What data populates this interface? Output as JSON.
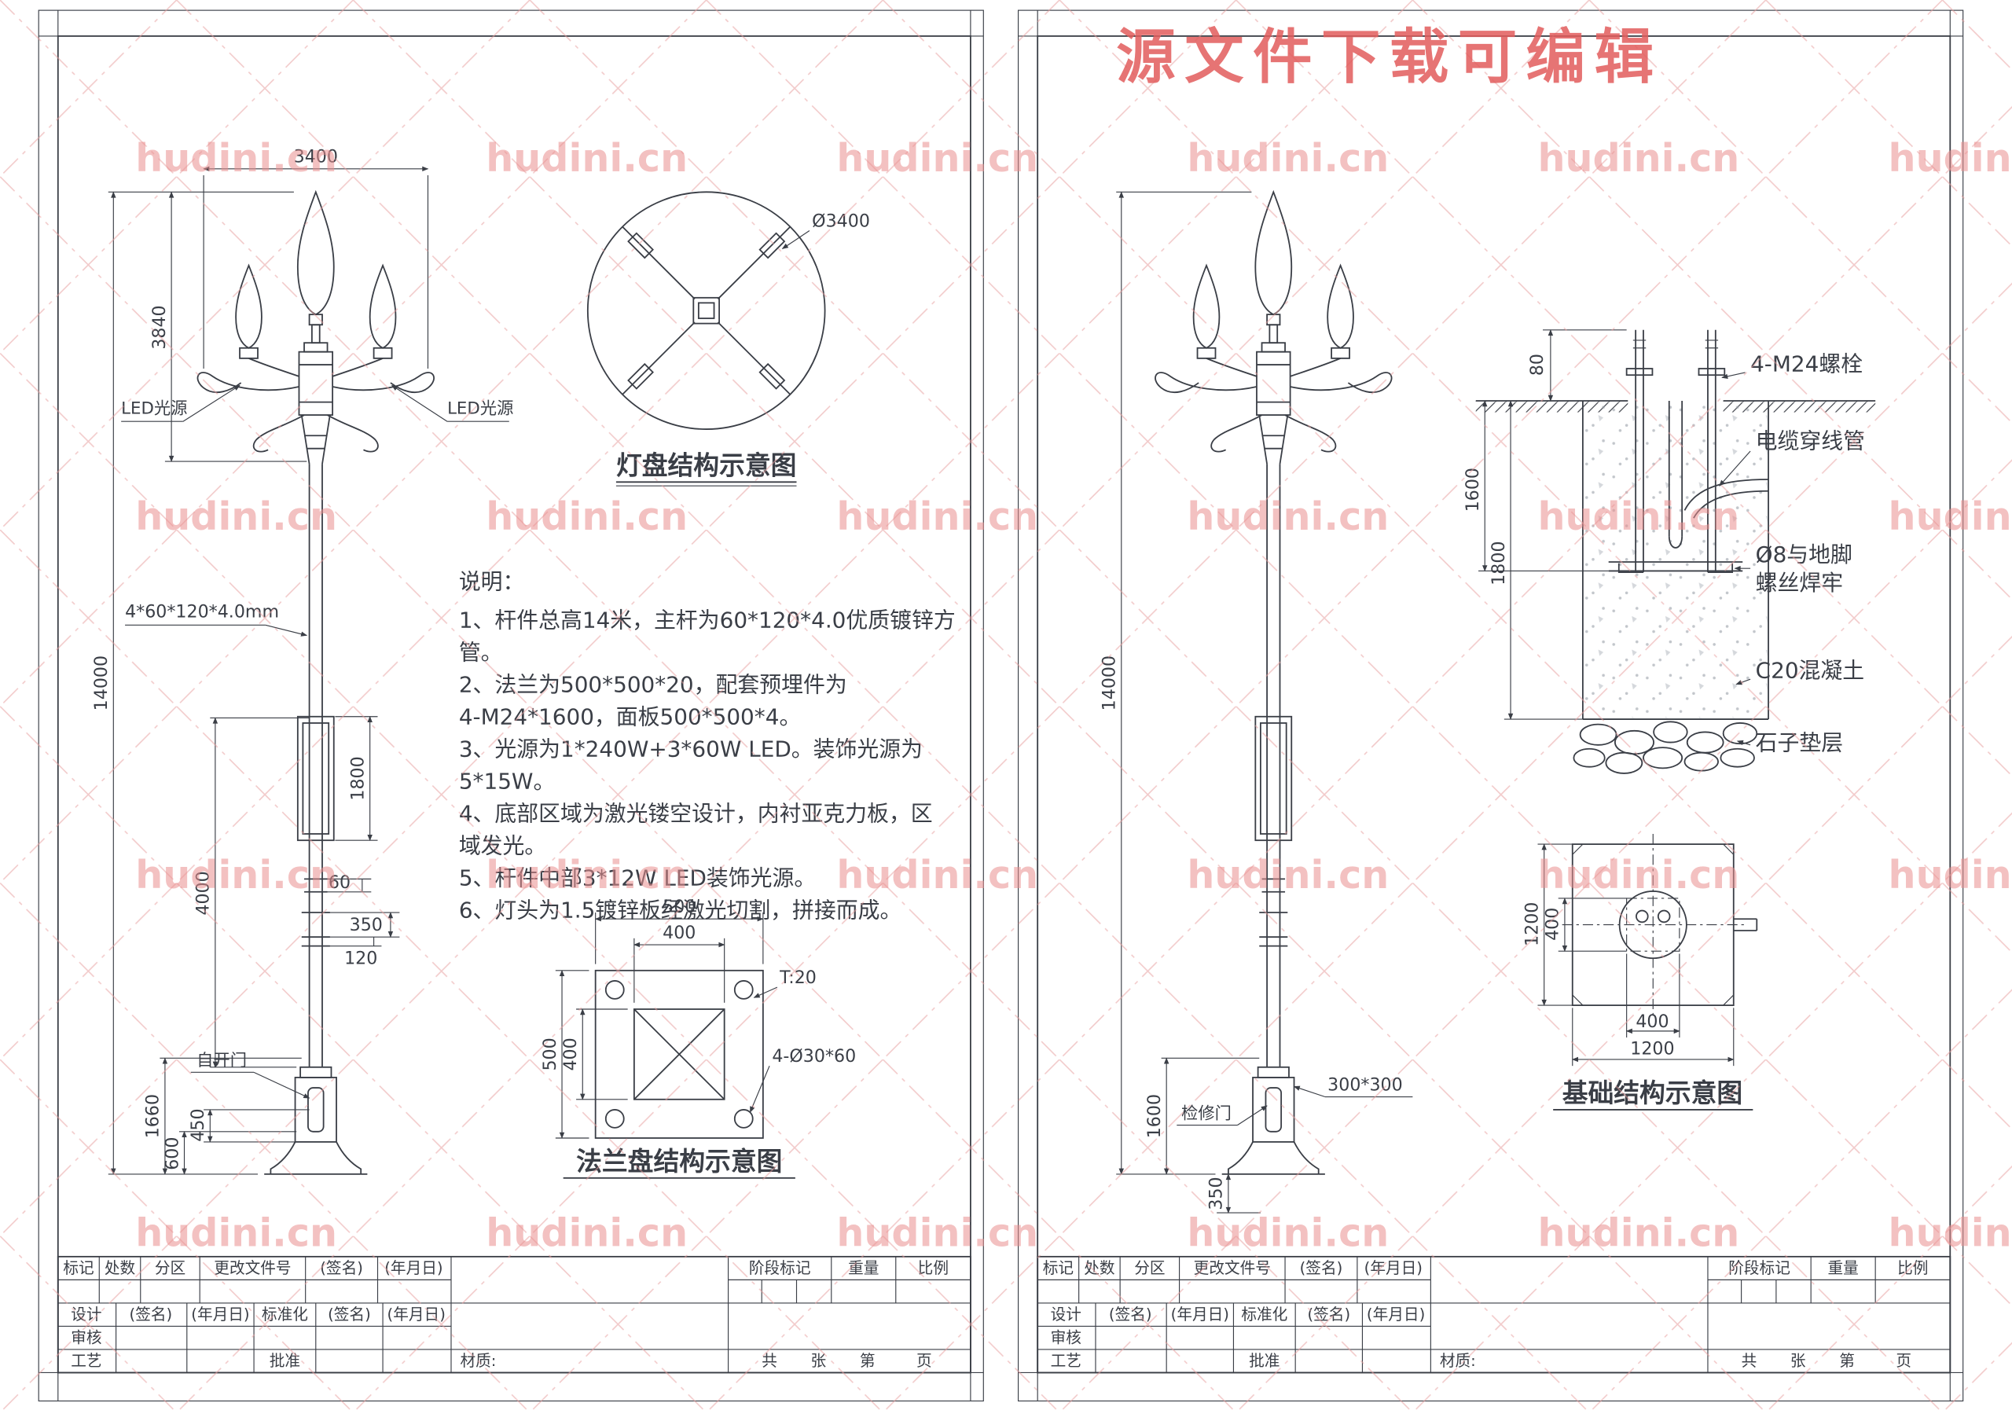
{
  "watermark": {
    "brand": "hudini.cn",
    "banner": "源文件下载可编辑"
  },
  "colors": {
    "line": "#3a3e46",
    "watermark": "#ea8f8f",
    "banner": "#e25c5c"
  },
  "sheet1": {
    "elevation": {
      "dim_3400": "3400",
      "dim_3840": "3840",
      "dim_14000": "14000",
      "pole_spec": "4*60*120*4.0mm",
      "led_left": "LED光源",
      "led_right": "LED光源",
      "dim_1800": "1800",
      "dim_60": "60",
      "dim_350": "350",
      "dim_120": "120",
      "dim_4000": "4000",
      "door": "自开门",
      "dim_1660": "1660",
      "dim_450": "450",
      "dim_600": "600"
    },
    "top_view": {
      "dim_diameter": "Ø3400",
      "caption": "灯盘结构示意图"
    },
    "notes": {
      "title": "说明：",
      "lines": [
        "1、杆件总高14米，主杆为60*120*4.0优质镀锌方",
        "管。",
        "2、法兰为500*500*20，配套预埋件为",
        "4-M24*1600，面板500*500*4。",
        "3、光源为1*240W+3*60W LED。装饰光源为",
        "5*15W。",
        "4、底部区域为激光镂空设计，内衬亚克力板，区",
        "域发光。",
        "5、杆件中部3*12W LED装饰光源。",
        "6、灯头为1.5镀锌板经激光切割，拼接而成。"
      ]
    },
    "flange": {
      "dim_500_top": "500",
      "dim_400_top": "400",
      "dim_500_left": "500",
      "dim_400_left": "400",
      "thickness": "T:20",
      "holes": "4-Ø30*60",
      "caption": "法兰盘结构示意图"
    }
  },
  "sheet2": {
    "elevation": {
      "dim_14000": "14000",
      "dim_1600": "1600",
      "dim_350": "350",
      "door": "检修门",
      "base": "300*300"
    },
    "foundation": {
      "dim_80": "80",
      "dim_1600": "1600",
      "dim_1800": "1800",
      "bolts": "4-M24螺栓",
      "conduit": "电缆穿线管",
      "weld1": "Ø8与地脚",
      "weld2": "螺丝焊牢",
      "concrete": "C20混凝土",
      "gravel": "石子垫层"
    },
    "plan": {
      "dim_1200_left": "1200",
      "dim_400_left": "400",
      "dim_400_bottom": "400",
      "dim_1200_bottom": "1200",
      "caption": "基础结构示意图"
    }
  },
  "title_block": {
    "mark": "标记",
    "count": "处数",
    "zone": "分区",
    "change_no": "更改文件号",
    "sign": "(签名)",
    "date": "(年月日)",
    "design": "设计",
    "standardize": "标准化",
    "review": "审核",
    "craft": "工艺",
    "approve": "批准",
    "material": "材质:",
    "stage": "阶段标记",
    "weight": "重量",
    "scale": "比例",
    "total": "共",
    "sheets": "张",
    "no": "第",
    "page": "页"
  }
}
